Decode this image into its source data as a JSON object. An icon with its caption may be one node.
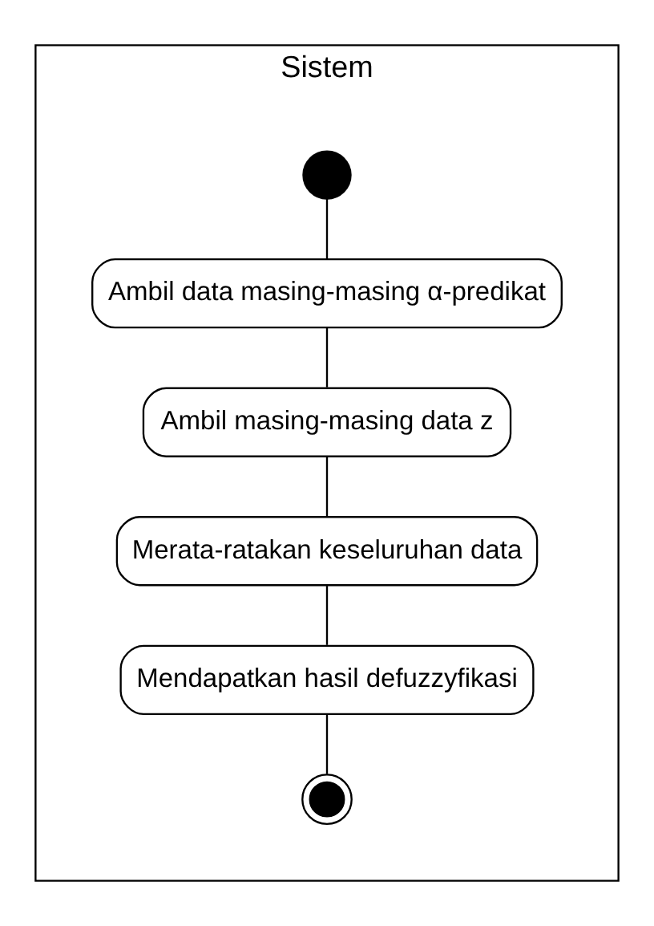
{
  "diagram": {
    "nodes": [
      {
        "text": [
          "Sistem"
        ]
      },
      {
        "text": [],
        "shape": "circle",
        "in": 0
      },
      {
        "text": [
          "Ambil data masing-masing α-predikat"
        ],
        "in": 0
      },
      {
        "text": [
          "Ambil masing-masing data z"
        ],
        "in": 0
      },
      {
        "text": [
          "Merata-ratakan keseluruhan data"
        ],
        "in": 0
      },
      {
        "text": [
          "Mendapatkan hasil defuzzyfikasi"
        ],
        "in": 0
      },
      {
        "text": [],
        "shape": "circle",
        "in": 0
      }
    ],
    "edges": [
      {
        "from": 1,
        "to": 2,
        "arrow": "none"
      },
      {
        "from": 2,
        "to": 3,
        "arrow": "none"
      },
      {
        "from": 3,
        "to": 4,
        "arrow": "none"
      },
      {
        "from": 4,
        "to": 5,
        "arrow": "none"
      },
      {
        "from": 5,
        "to": 6,
        "arrow": "none"
      }
    ]
  }
}
